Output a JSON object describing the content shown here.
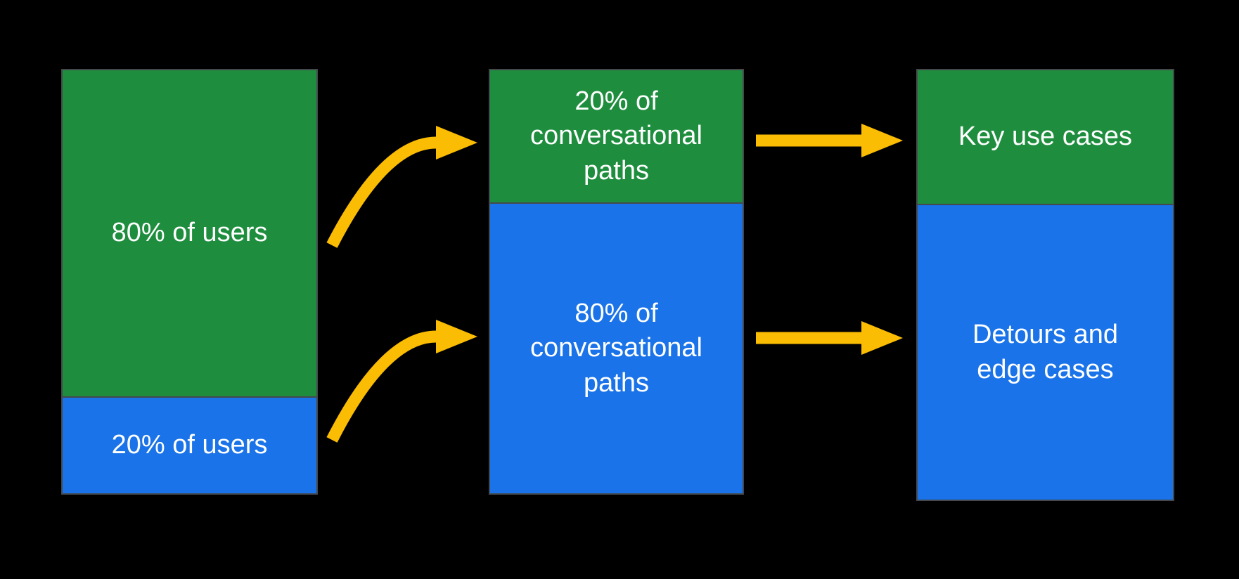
{
  "colors": {
    "background": "#000000",
    "green": "#1e8e3e",
    "blue": "#1a73e8",
    "arrow": "#fbbc04",
    "border": "#45494e",
    "text": "#ffffff"
  },
  "diagram": {
    "columns": [
      {
        "name": "users",
        "segments": [
          {
            "label": "80% of users",
            "color": "green"
          },
          {
            "label": "20% of users",
            "color": "blue"
          }
        ]
      },
      {
        "name": "conversational-paths",
        "segments": [
          {
            "label": "20% of\nconversational\npaths",
            "color": "green"
          },
          {
            "label": "80% of\nconversational\npaths",
            "color": "blue"
          }
        ]
      },
      {
        "name": "outcomes",
        "segments": [
          {
            "label": "Key use cases",
            "color": "green"
          },
          {
            "label": "Detours and\nedge cases",
            "color": "blue"
          }
        ]
      }
    ],
    "arrows": [
      {
        "icon": "curved-arrow-icon",
        "from": "80% of users",
        "to": "20% of conversational paths"
      },
      {
        "icon": "curved-arrow-icon",
        "from": "20% of users",
        "to": "80% of conversational paths"
      },
      {
        "icon": "straight-arrow-icon",
        "from": "20% of conversational paths",
        "to": "Key use cases"
      },
      {
        "icon": "straight-arrow-icon",
        "from": "80% of conversational paths",
        "to": "Detours and edge cases"
      }
    ]
  }
}
